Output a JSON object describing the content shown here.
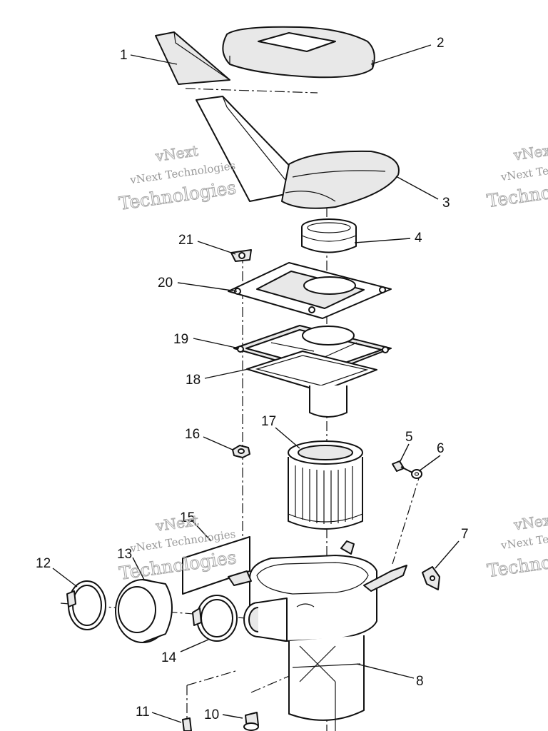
{
  "watermark": {
    "line_small": "vNext Technologies",
    "line_large": "Technologies",
    "line_top": "vNext"
  },
  "callouts": [
    {
      "id": "c1",
      "label": "1"
    },
    {
      "id": "c2",
      "label": "2"
    },
    {
      "id": "c3",
      "label": "3"
    },
    {
      "id": "c4",
      "label": "4"
    },
    {
      "id": "c5",
      "label": "5"
    },
    {
      "id": "c6",
      "label": "6"
    },
    {
      "id": "c7",
      "label": "7"
    },
    {
      "id": "c8",
      "label": "8"
    },
    {
      "id": "c10",
      "label": "10"
    },
    {
      "id": "c11",
      "label": "11"
    },
    {
      "id": "c12",
      "label": "12"
    },
    {
      "id": "c13",
      "label": "13"
    },
    {
      "id": "c14",
      "label": "14"
    },
    {
      "id": "c15",
      "label": "15"
    },
    {
      "id": "c16",
      "label": "16"
    },
    {
      "id": "c17",
      "label": "17"
    },
    {
      "id": "c18",
      "label": "18"
    },
    {
      "id": "c19",
      "label": "19"
    },
    {
      "id": "c20",
      "label": "20"
    },
    {
      "id": "c21",
      "label": "21"
    }
  ]
}
